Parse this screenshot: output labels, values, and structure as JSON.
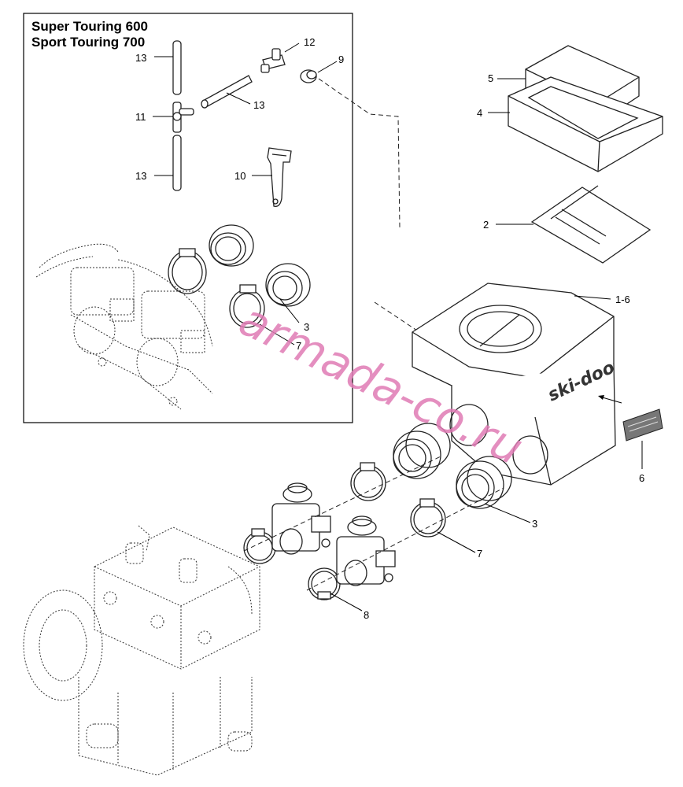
{
  "inset": {
    "title_line1": "Super Touring 600",
    "title_line2": "Sport Touring 700"
  },
  "callouts": {
    "c12": "12",
    "c9": "9",
    "c13a": "13",
    "c13b": "13",
    "c11": "11",
    "c13c": "13",
    "c10": "10",
    "c3a": "3",
    "c7a": "7",
    "c5": "5",
    "c4": "4",
    "c2": "2",
    "c16": "1-6",
    "c6": "6",
    "c3b": "3",
    "c7b": "7",
    "c8": "8"
  },
  "brand_logo": "ski-doo",
  "watermark": "armada-co.ru"
}
